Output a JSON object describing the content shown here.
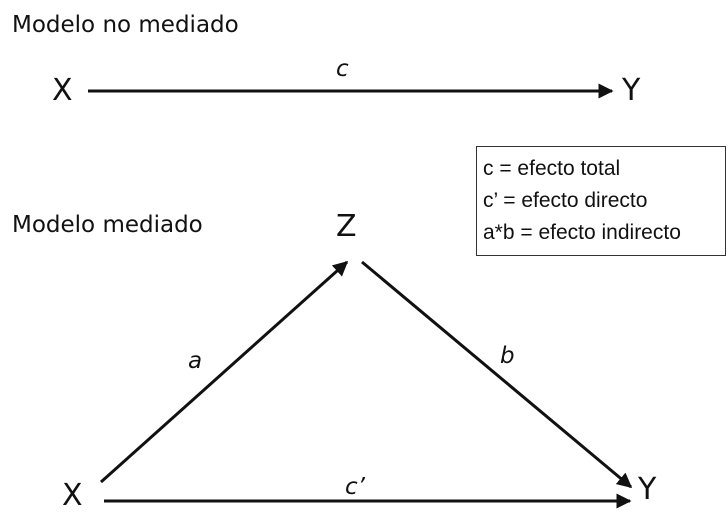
{
  "unmediated": {
    "title": "Modelo no mediado",
    "node_x": "X",
    "node_y": "Y",
    "path_c": "c"
  },
  "mediated": {
    "title": "Modelo mediado",
    "node_x": "X",
    "node_y": "Y",
    "node_z": "Z",
    "path_a": "a",
    "path_b": "b",
    "path_c_prime": "c’"
  },
  "legend": {
    "items": [
      "c = efecto total",
      "c’ = efecto directo",
      "a*b = efecto indirecto"
    ]
  },
  "colors": {
    "ink": "#111111",
    "legend_border": "#333333"
  }
}
